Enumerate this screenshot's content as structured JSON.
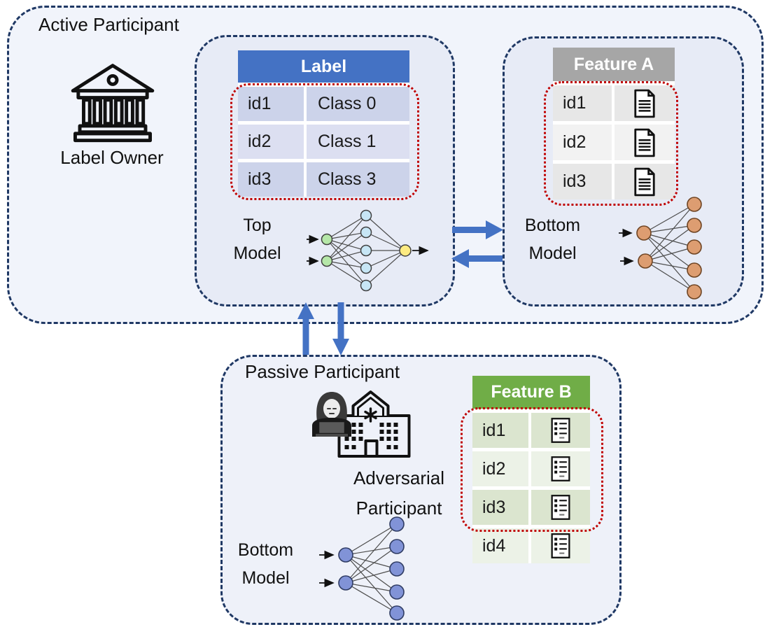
{
  "active": {
    "title": "Active Participant",
    "owner_label": "Label Owner",
    "label_table": {
      "header": "Label",
      "rows": [
        {
          "id": "id1",
          "value": "Class 0"
        },
        {
          "id": "id2",
          "value": "Class 1"
        },
        {
          "id": "id3",
          "value": "Class 3"
        }
      ]
    },
    "top_model": {
      "line1": "Top",
      "line2": "Model"
    },
    "feature_a_table": {
      "header": "Feature A",
      "rows": [
        {
          "id": "id1",
          "icon": "document-icon"
        },
        {
          "id": "id2",
          "icon": "document-icon"
        },
        {
          "id": "id3",
          "icon": "document-icon"
        }
      ]
    },
    "bottom_model_a": {
      "line1": "Bottom",
      "line2": "Model"
    }
  },
  "passive": {
    "title": "Passive Participant",
    "adversary": {
      "line1": "Adversarial",
      "line2": "Participant"
    },
    "feature_b_table": {
      "header": "Feature B",
      "rows": [
        {
          "id": "id1",
          "icon": "checklist-icon"
        },
        {
          "id": "id2",
          "icon": "checklist-icon"
        },
        {
          "id": "id3",
          "icon": "checklist-icon"
        },
        {
          "id": "id4",
          "icon": "checklist-icon"
        }
      ]
    },
    "bottom_model_b": {
      "line1": "Bottom",
      "line2": "Model"
    }
  },
  "icons": {
    "owner": "bank-icon",
    "adversary_person": "hacker-icon",
    "adversary_building": "hospital-icon",
    "feature_a_rows": "document-icon",
    "feature_b_rows": "checklist-icon"
  },
  "colors": {
    "box_border_navy": "#1f3864",
    "outer_box_bg": "#f1f4fb",
    "inner_box_bg": "#e7ebf6",
    "passive_box_bg": "#eef1f9",
    "label_header_blue": "#4472c4",
    "feature_a_header_gray": "#a6a6a6",
    "feature_b_header_green": "#70ad47",
    "selection_red": "#c00000",
    "arrow_blue": "#4472c4",
    "node_green": "#b5e7a8",
    "node_light_blue": "#c7e6f5",
    "node_yellow": "#fdeb82",
    "node_orange": "#dd9d71",
    "node_purple_blue": "#8193d7"
  }
}
